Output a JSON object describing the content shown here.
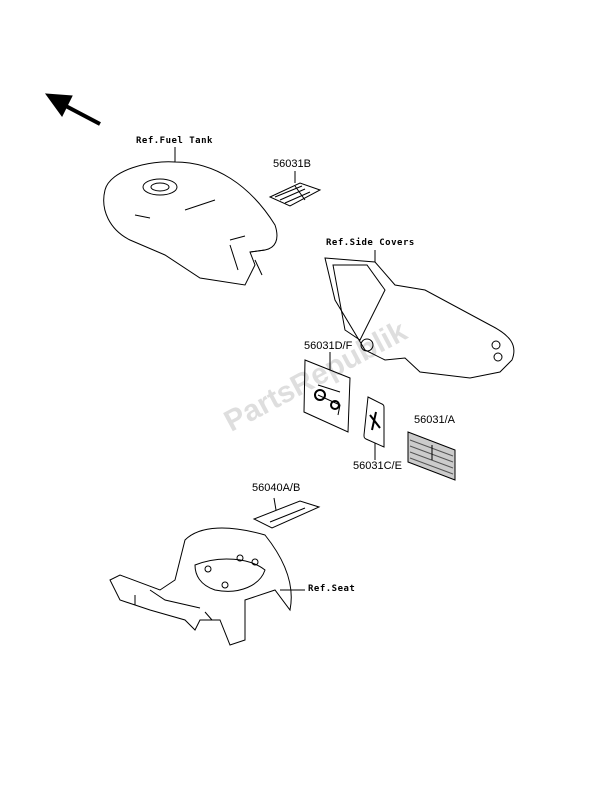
{
  "watermark": "PartsRepublik",
  "labels": {
    "fuel_tank": "Ref.Fuel Tank",
    "side_covers": "Ref.Side Covers",
    "seat": "Ref.Seat",
    "p56031b": "56031B",
    "p56031df": "56031D/F",
    "p56031a": "56031/A",
    "p56031ce": "56031C/E",
    "p56040ab": "56040A/B"
  },
  "icons": {
    "direction": "arrow-up-left-icon"
  }
}
